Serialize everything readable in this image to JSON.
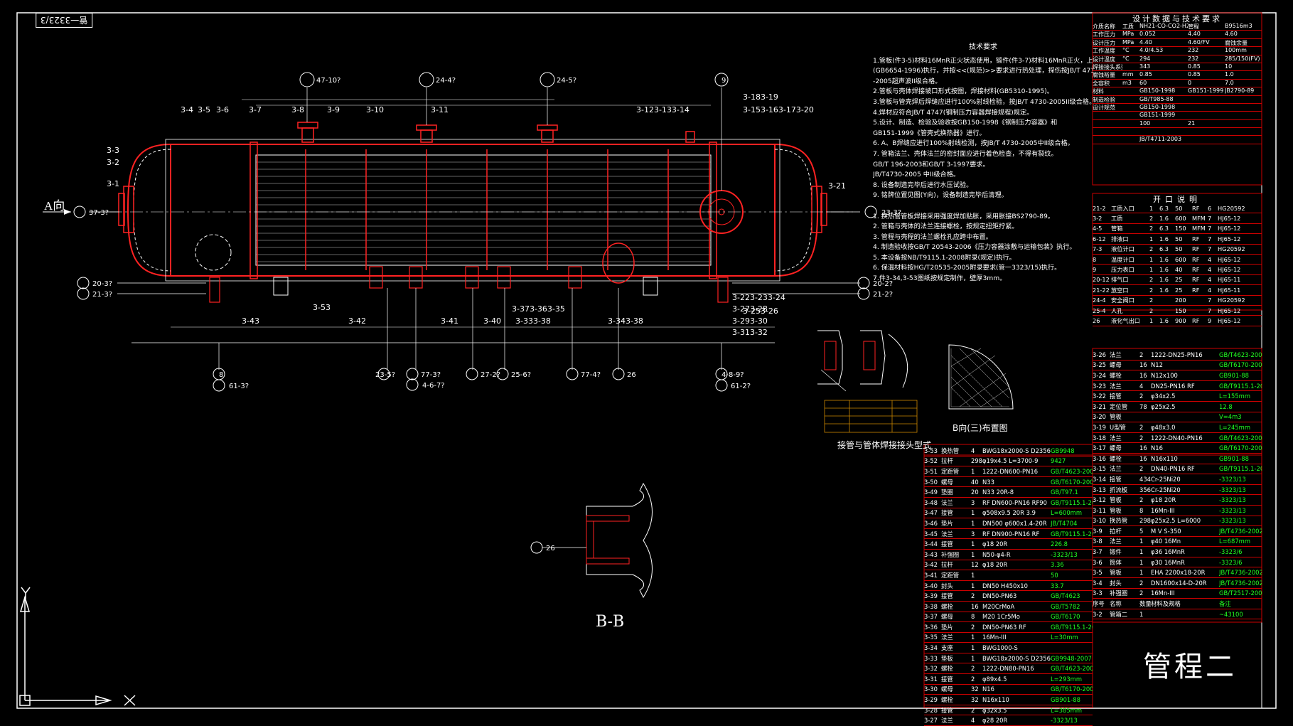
{
  "drawing_number": "管一3323/3",
  "view_label_a": "A向",
  "section_title": "B-B",
  "sheet_title": "管程二",
  "weld_caption": "接管与管体焊接接头型式",
  "layout_caption": "B向(三)布置图",
  "balloons": [
    "47-10?",
    "24-4?",
    "24-5?",
    "9",
    "8",
    "61-3?",
    "23-5?",
    "4-6-7?",
    "77-3?",
    "27-2?",
    "25-6?",
    "77-4?",
    "4-8-9?",
    "26",
    "61-2?",
    "37-3?",
    "23-3?",
    "20-3?",
    "21-3?",
    "20-2?",
    "21-2?",
    "26"
  ],
  "part_callouts": [
    "3-4",
    "3-5",
    "3-6",
    "3-7",
    "3-8",
    "3-9",
    "3-10",
    "3-11",
    "3-3",
    "3-2",
    "3-1",
    "3-123-133-14",
    "3-183-19",
    "3-153-163-173-20",
    "3-21",
    "3-53",
    "3-43",
    "3-42",
    "3-41",
    "3-40",
    "3-373-363-35",
    "3-333-38",
    "3-343-38",
    "3-223-233-24",
    "3-273-28",
    "3-293-30",
    "3-253-26",
    "3-313-32"
  ],
  "tech_notes": {
    "title": "技术要求",
    "lines": [
      "1.管板(件3-5)材料16MnR正火状态使用，锻件(件3-7)材料16MnR正火，上海锻造厂按",
      "(GB6654-1996)执行，并按<<(规范)>>要求进行热处理，探伤按JB/T 4730",
      "-2005超声波II级合格。",
      "2.管板与壳体焊接坡口形式按图，焊接材料(GB5310-1995)。",
      "3.管板与管壳焊后焊缝应进行100%射线检验，按JB/T 4730-2005II级合格。",
      "4.焊材应符合JB/T 4747(钢制压力容器焊接规程)规定。",
      "5.设计、制造、检验及验收按GB150-1998《钢制压力容器》和",
      "GB151-1999《管壳式换热器》进行。",
      "6. A、B焊缝应进行100%射线检测，按JB/T 4730-2005中II级合格。",
      "7. 管箱法兰、壳体法兰的密封面应进行着色检查，不得有裂纹。",
      "GB/T 196-2003和GB/T 3-1997要求。",
      "JB/T4730-2005 中II级合格。",
      "8. 设备制造完毕后进行水压试验。",
      "9. 铭牌位置见图(Y向)，设备制造完毕后清理。",
      "",
      "1. 换热管管板焊接采用强度焊加贴胀，采用胀接BS2790-89。",
      "2. 管箱与壳体的法兰连接螺栓，按规定扭矩拧紧。",
      "3. 管程与壳程的法兰螺栓孔应跨中布置。",
      "4. 制造验收按GB/T 20543-2006《压力容器涂敷与运输包装》执行。",
      "5. 本设备按NB/T9115.1-2008附录(规定)执行。",
      "6. 保温材料按HG/T20535-2005附录要求(管一3323/15)执行。",
      "7.件3-34,3-53图纸按规定制作，壁厚3mm。"
    ]
  },
  "design_data": {
    "title": "设计数据与技术要求",
    "rows": [
      [
        "介质名称",
        "工质",
        "NH21-CO-CO2-H2",
        "管程",
        "B9516m3"
      ],
      [
        "工作压力",
        "MPa",
        "0.052",
        "4.40",
        "4.60"
      ],
      [
        "设计压力",
        "MPa",
        "4.40",
        "4.60/FV",
        "腐蚀余量"
      ],
      [
        "工作温度",
        "°C",
        "4.0/4.53",
        "232",
        "100mm"
      ],
      [
        "设计温度",
        "°C",
        "294",
        "232",
        "285/150(FV)"
      ],
      [
        "焊接接头系数",
        "",
        "343",
        "0.85",
        "10"
      ],
      [
        "腐蚀裕量",
        "mm",
        "0.85",
        "0.85",
        "1.0"
      ],
      [
        "全容积",
        "m3",
        "60",
        "0",
        "7.0"
      ],
      [
        "材料",
        "",
        "GB150-1998",
        "GB151-1999",
        "JB2790-89"
      ],
      [
        "制造检验",
        "",
        "GB/T985-88",
        "",
        ""
      ],
      [
        "设计规范",
        "",
        "GB150-1998",
        "",
        ""
      ],
      [
        "",
        "",
        "GB151-1999",
        "",
        ""
      ],
      [
        "",
        "",
        "100",
        "21",
        ""
      ],
      [
        "",
        "",
        "",
        "",
        ""
      ],
      [
        "",
        "",
        "JB/T4711-2003",
        "",
        ""
      ]
    ]
  },
  "nozzle_table": {
    "title": "开口说明",
    "rows": [
      [
        "21-2",
        "工质入口",
        "1",
        "6.3",
        "50",
        "RF",
        "6",
        "HG20592"
      ],
      [
        "3-2",
        "工质",
        "2",
        "1.6",
        "600",
        "MFM",
        "7",
        "HJ65-12"
      ],
      [
        "4-5",
        "管箱",
        "2",
        "6.3",
        "150",
        "MFM",
        "7",
        "HJ65-12"
      ],
      [
        "6-12",
        "排液口",
        "1",
        "1.6",
        "50",
        "RF",
        "7",
        "HJ65-12"
      ],
      [
        "7-3",
        "液位计口",
        "2",
        "6.3",
        "50",
        "RF",
        "7",
        "HG20592"
      ],
      [
        "8",
        "温度计口",
        "1",
        "1.6",
        "600",
        "RF",
        "4",
        "HJ65-12"
      ],
      [
        "9",
        "压力表口",
        "1",
        "1.6",
        "40",
        "RF",
        "4",
        "HJ65-12"
      ],
      [
        "20-12",
        "排气口",
        "2",
        "1.6",
        "25",
        "RF",
        "4",
        "HJ65-11"
      ],
      [
        "21-22",
        "放空口",
        "2",
        "1.6",
        "25",
        "RF",
        "4",
        "HJ65-11"
      ],
      [
        "24-4",
        "安全阀口",
        "2",
        "",
        "200",
        "",
        "7",
        "HG20592"
      ],
      [
        "25-4",
        "人孔",
        "2",
        "",
        "150",
        "",
        "7",
        "HJ65-12"
      ],
      [
        "26",
        "液化气出口",
        "1",
        "1.6",
        "900",
        "RF",
        "9",
        "HJ65-12"
      ]
    ]
  },
  "parts_left": [
    [
      "3-53",
      "换热管",
      "4",
      "BWG18x2000-S D2356",
      "GB9948"
    ],
    [
      "3-52",
      "拉杆",
      "298",
      "φ19x4.5 L=3700-9",
      "9427"
    ],
    [
      "3-51",
      "定距管",
      "1",
      "1222-DN600-PN16",
      "GB/T4623-2002"
    ],
    [
      "3-50",
      "螺母",
      "40",
      "N33",
      "GB/T6170-2000"
    ],
    [
      "3-49",
      "垫圈",
      "20",
      "N33 20R-8",
      "GB/T97.1"
    ],
    [
      "3-48",
      "法兰",
      "3",
      "RF DN600-PN16 RF90",
      "GB/T9115.1-2000"
    ],
    [
      "3-47",
      "接管",
      "1",
      "φ508x9.5 20R 3.9",
      "L=600mm"
    ],
    [
      "3-46",
      "垫片",
      "1",
      "DN500 φ600x1.4-20R",
      "JB/T4704"
    ],
    [
      "3-45",
      "法兰",
      "3",
      "RF DN900-PN16 RF",
      "GB/T9115.1-2000"
    ],
    [
      "3-44",
      "接管",
      "1",
      "φ18 20R",
      "226.8"
    ],
    [
      "3-43",
      "补强圈",
      "1",
      "N50-φ4-R",
      "-3323/13"
    ],
    [
      "3-42",
      "拉杆",
      "12",
      "φ18 20R",
      "3.36"
    ],
    [
      "3-41",
      "定距管",
      "1",
      "",
      "50"
    ],
    [
      "3-40",
      "封头",
      "1",
      "DN50 H450x10",
      "33.7"
    ],
    [
      "3-39",
      "接管",
      "2",
      "DN50-PN63",
      "GB/T4623"
    ],
    [
      "3-38",
      "螺栓",
      "16",
      "M20CrMoA",
      "GB/T5782"
    ],
    [
      "3-37",
      "螺母",
      "8",
      "M20 1Cr5Mo",
      "GB/T6170"
    ],
    [
      "3-36",
      "垫片",
      "2",
      "DN50-PN63 RF",
      "GB/T9115.1-2000"
    ],
    [
      "3-35",
      "法兰",
      "1",
      "16Mn-III",
      "L=30mm"
    ],
    [
      "3-34",
      "支座",
      "1",
      "BWG1000-S",
      ""
    ],
    [
      "3-33",
      "垫板",
      "1",
      "BWG18x2000-S D2356",
      "GB9948-2007"
    ],
    [
      "3-32",
      "螺栓",
      "2",
      "1222-DN80-PN16",
      "GB/T4623-2002"
    ],
    [
      "3-31",
      "接管",
      "2",
      "φ89x4.5",
      "L=293mm"
    ],
    [
      "3-30",
      "螺母",
      "32",
      "N16",
      "GB/T6170-2000"
    ],
    [
      "3-29",
      "螺栓",
      "32",
      "N16x110",
      "GB901-88"
    ],
    [
      "3-28",
      "接管",
      "2",
      "φ32x3.5",
      "L=385mm"
    ],
    [
      "3-27",
      "法兰",
      "4",
      "φ28 20R",
      "-3323/13"
    ]
  ],
  "parts_right": [
    [
      "3-26",
      "法兰",
      "2",
      "1222-DN25-PN16",
      "GB/T4623-2003"
    ],
    [
      "3-25",
      "螺母",
      "16",
      "N12",
      "GB/T6170-2000"
    ],
    [
      "3-24",
      "螺栓",
      "16",
      "N12x100",
      "GB901-88"
    ],
    [
      "3-23",
      "法兰",
      "4",
      "DN25-PN16 RF",
      "GB/T9115.1-2000"
    ],
    [
      "3-22",
      "接管",
      "2",
      "φ34x2.5",
      "L=155mm"
    ],
    [
      "3-21",
      "定位管",
      "78",
      "φ25x2.5",
      "12.8"
    ],
    [
      "3-20",
      "管板",
      "",
      "",
      "V=4m3"
    ],
    [
      "3-19",
      "U型管",
      "2",
      "φ48x3.0",
      "L=245mm"
    ],
    [
      "3-18",
      "法兰",
      "2",
      "1222-DN40-PN16",
      "GB/T4623-2003"
    ],
    [
      "3-17",
      "螺母",
      "16",
      "N16",
      "GB/T6170-2000"
    ],
    [
      "3-16",
      "螺栓",
      "16",
      "N16x110",
      "GB901-88"
    ],
    [
      "3-15",
      "法兰",
      "2",
      "DN40-PN16 RF",
      "GB/T9115.1-2000"
    ],
    [
      "3-14",
      "接管",
      "434",
      "Cr-25Ni20",
      "-3323/13"
    ],
    [
      "3-13",
      "折流板",
      "356",
      "Cr-25Ni20",
      "-3323/13"
    ],
    [
      "3-12",
      "管板",
      "2",
      "φ18 20R",
      "-3323/13"
    ],
    [
      "3-11",
      "管板",
      "8",
      "16Mn-III",
      "-3323/13"
    ],
    [
      "3-10",
      "换热管",
      "298",
      "φ25x2.5 L=6000",
      "-3323/13"
    ],
    [
      "3-9",
      "拉杆",
      "5",
      "M V S-350",
      "JB/T4736-2002"
    ],
    [
      "3-8",
      "法兰",
      "1",
      "φ40 16Mn",
      "L=687mm"
    ],
    [
      "3-7",
      "锻件",
      "1",
      "φ36 16MnR",
      "-3323/6"
    ],
    [
      "3-6",
      "筒体",
      "1",
      "φ30 16MnR",
      "-3323/6"
    ],
    [
      "3-5",
      "管板",
      "1",
      "EHA 2200x18-20R",
      "JB/T4736-2002"
    ],
    [
      "3-4",
      "封头",
      "2",
      "DN1600x14-D-20R",
      "JB/T4736-2002"
    ],
    [
      "3-3",
      "补强圈",
      "2",
      "16Mn-III",
      "GB/T2517-2005"
    ],
    [
      "序号",
      "名称",
      "数量",
      "材料及规格",
      "备注"
    ],
    [
      "3-2",
      "管箱二",
      "1",
      "",
      "~43100"
    ]
  ]
}
